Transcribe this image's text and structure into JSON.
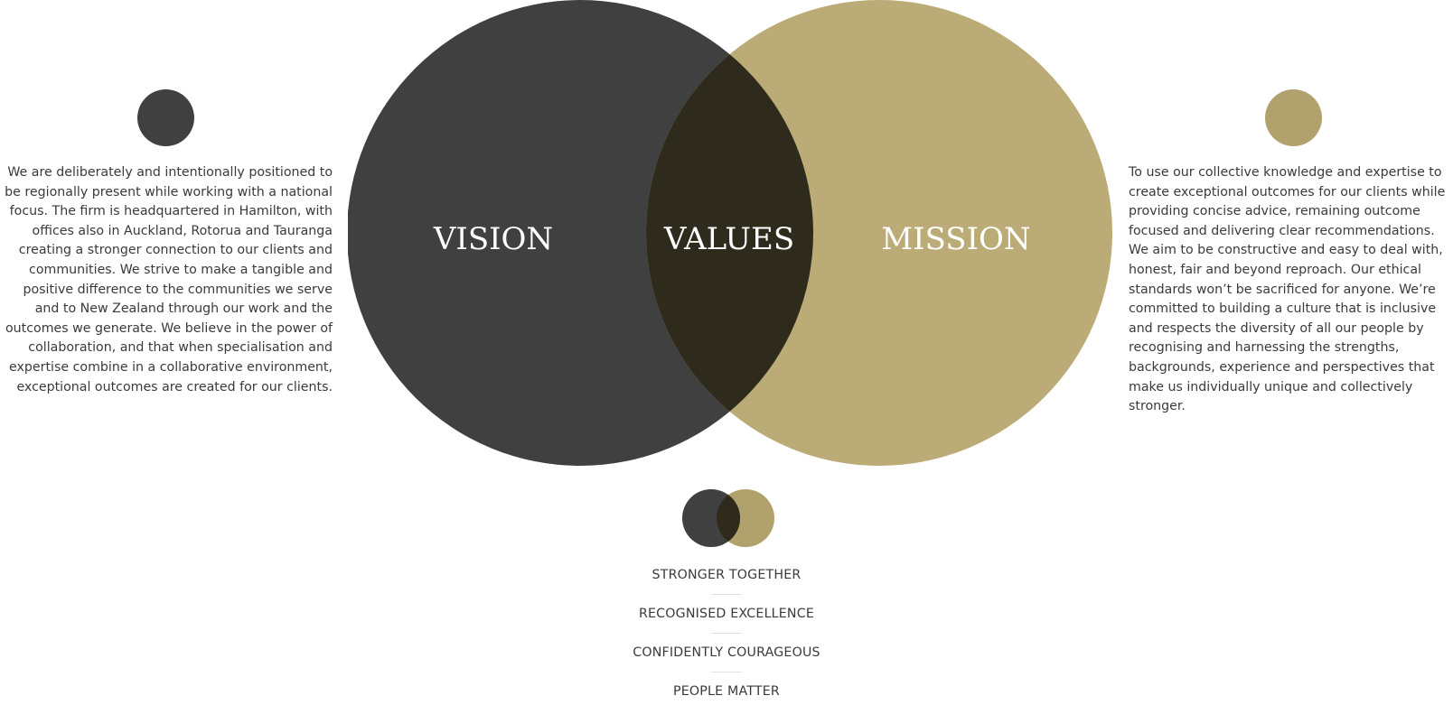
{
  "colors": {
    "vision_circle": "#404040",
    "mission_circle": "#bbab76",
    "overlap": "#2e2b1d",
    "mission_dot": "#b1a26d",
    "text": "#3a3a3a"
  },
  "venn": {
    "left_label": "VISION",
    "center_label": "VALUES",
    "right_label": "MISSION"
  },
  "vision": {
    "icon": "dark-circle-icon",
    "text": "We are deliberately and intentionally positioned to be regionally present while working with a national focus. The firm is headquartered in Hamilton, with offices also in Auckland, Rotorua and Tauranga creating a stronger connection to our clients and communities. We strive to make a tangible and positive difference to the communities we serve and to New Zealand through our work and the outcomes we generate. We believe in the power of collaboration, and that when specialisation and expertise combine in a collaborative environment, exceptional outcomes are created for our clients."
  },
  "mission": {
    "icon": "gold-circle-icon",
    "text": "To use our collective knowledge and expertise to create exceptional outcomes for our clients while providing concise advice, remaining outcome focused and delivering clear recommendations. We aim to be constructive and easy to deal with, honest, fair and beyond reproach. Our ethical standards won’t be sacrificed for anyone. We’re committed to building a culture that is inclusive and respects the diversity of all our people by recognising and harnessing the strengths, backgrounds, experience and perspectives that make us individually unique and collectively stronger."
  },
  "values": {
    "icon": "overlapping-circles-icon",
    "items": [
      "STRONGER TOGETHER",
      "RECOGNISED EXCELLENCE",
      "CONFIDENTLY COURAGEOUS",
      "PEOPLE MATTER"
    ]
  }
}
